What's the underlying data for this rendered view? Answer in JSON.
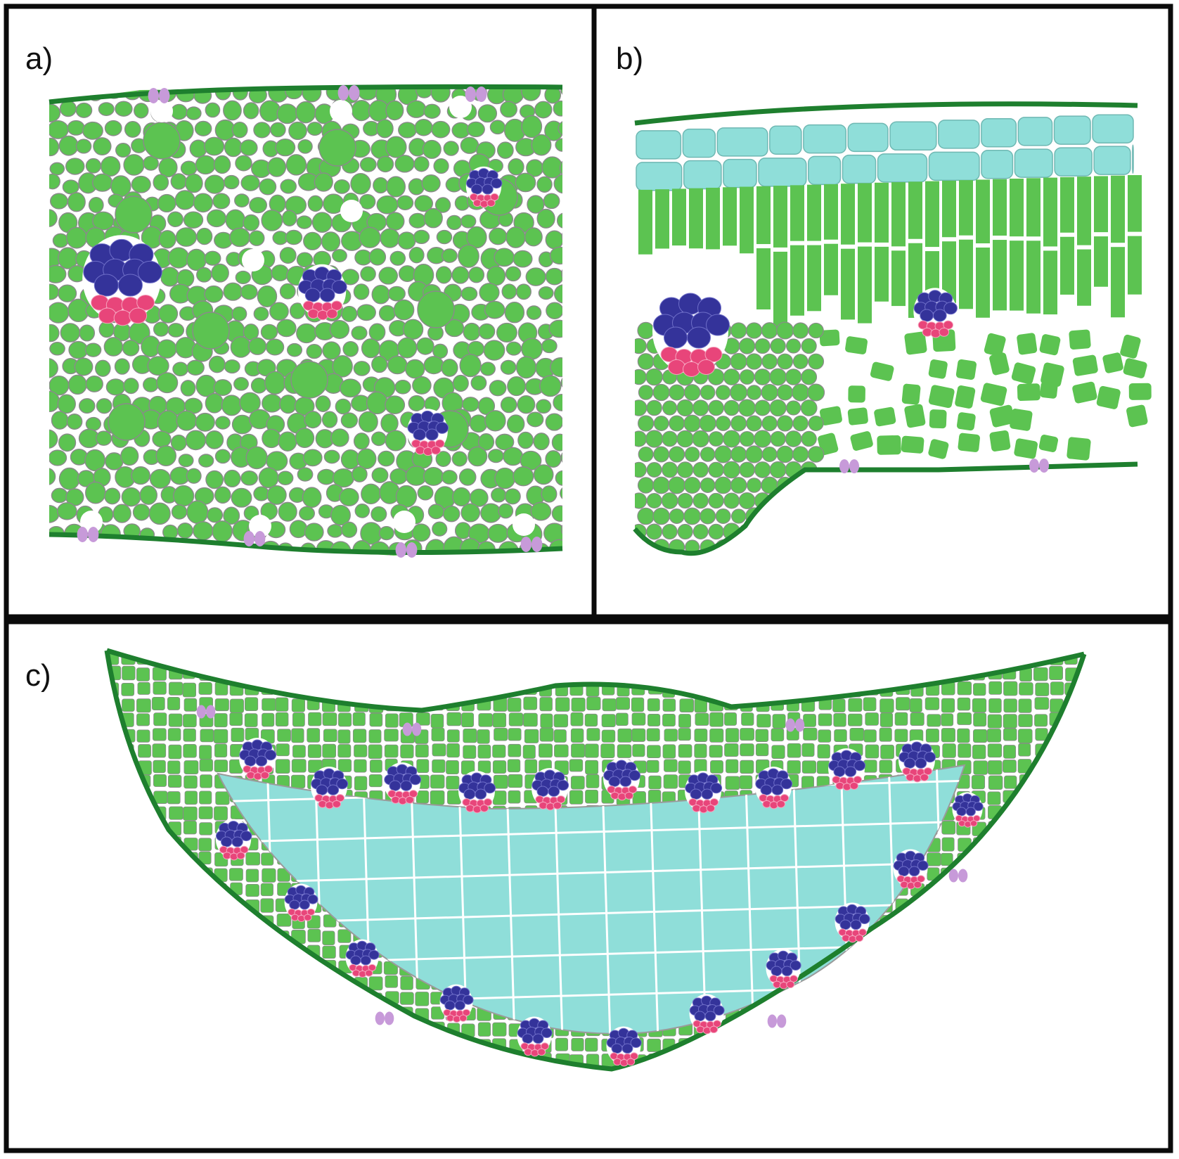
{
  "panels": [
    {
      "id": "a",
      "label": "a)"
    },
    {
      "id": "b",
      "label": "b)"
    },
    {
      "id": "c",
      "label": "c)"
    }
  ],
  "colors": {
    "frame": "#0b0b0b",
    "epidermis": "#1e7f2e",
    "mesophyll": "#5cc351",
    "cell_outline": "#8a8a8a",
    "water_storage": "#8fded9",
    "xylem": "#34339a",
    "phloem": "#e8457a",
    "stomata": "#c79ad9",
    "background": "#ffffff"
  }
}
